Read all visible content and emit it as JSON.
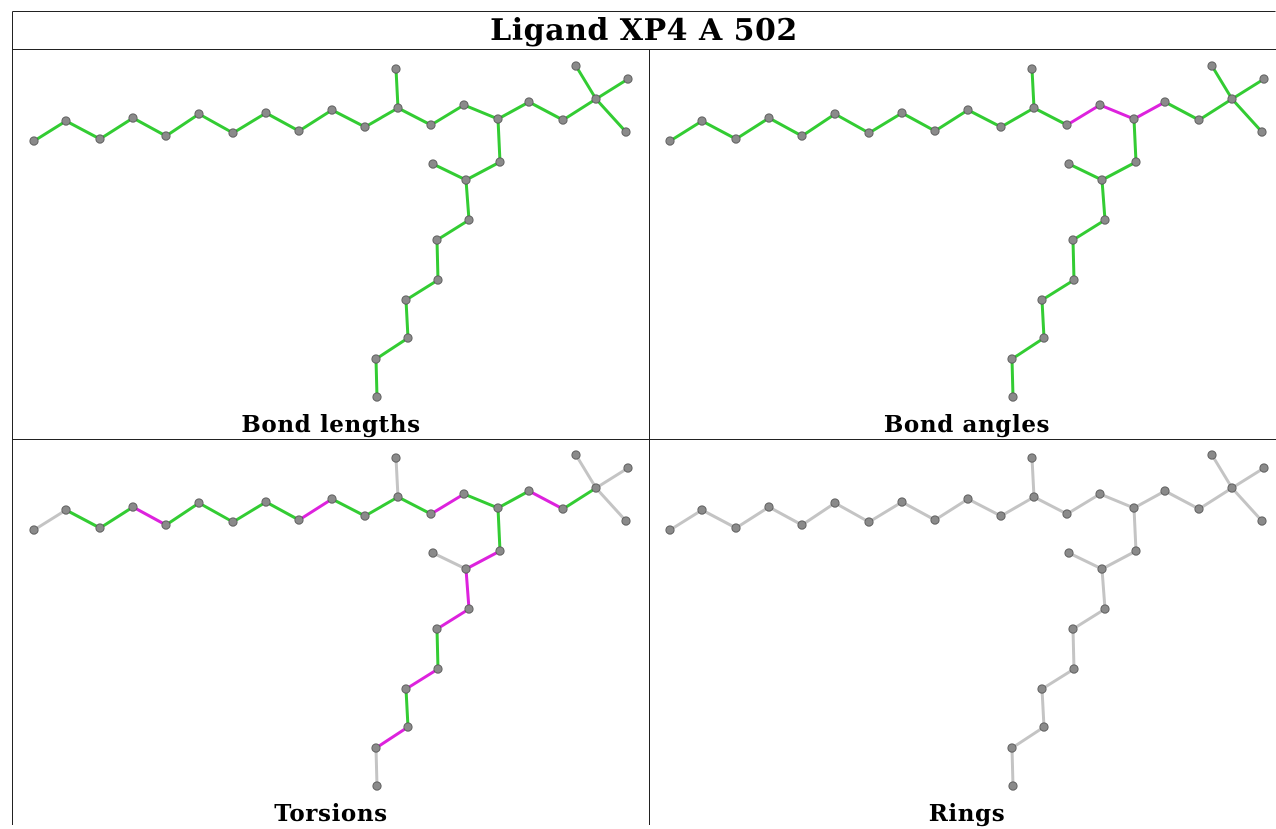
{
  "title": "Ligand XP4 A 502",
  "colors": {
    "ok": "#33cc33",
    "outlier": "#dd22dd",
    "neutral": "#c4c4c4",
    "atom": "#8a8a8a",
    "atom_edge": "#555555"
  },
  "panels": [
    {
      "caption": "Bond lengths",
      "outliers": []
    },
    {
      "caption": "Bond angles",
      "outliers": [
        [
          18,
          19
        ],
        [
          19,
          20
        ],
        [
          20,
          21
        ]
      ]
    },
    {
      "caption": "Torsions",
      "outliers": [
        [
          3,
          4
        ],
        [
          8,
          9
        ],
        [
          12,
          13
        ],
        [
          15,
          16
        ],
        [
          21,
          22
        ],
        [
          27,
          28
        ],
        [
          31,
          32
        ],
        [
          35,
          36
        ]
      ]
    },
    {
      "caption": "Rings",
      "outliers": []
    }
  ]
}
